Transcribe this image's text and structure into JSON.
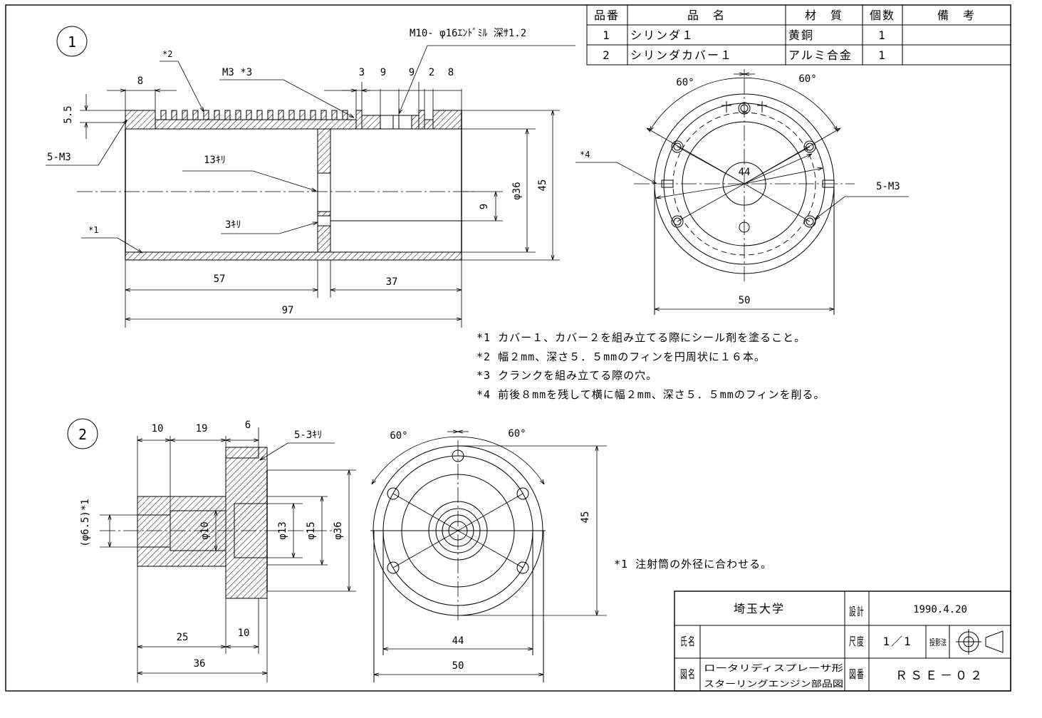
{
  "parts_list": {
    "headers": [
      "品番",
      "品　名",
      "材　質",
      "個数",
      "備　考"
    ],
    "rows": [
      [
        "1",
        "シリンダ１",
        "黄銅",
        "1",
        ""
      ],
      [
        "2",
        "シリンダカバー１",
        "アルミ合金",
        "1",
        ""
      ]
    ]
  },
  "view1": {
    "number": "1",
    "callouts": {
      "spotface": "M10- φ16ｴﾝﾄﾞﾐﾙ 深ｻ1.2",
      "note_ref2": "*2",
      "tap_ref": "M3 *3",
      "tap_holes": "5-M3",
      "drill13": "13ｷﾘ",
      "drill3": "3ｷﾘ",
      "note_ref1": "*1",
      "note_ref4": "*4",
      "tap_holes_end": "5-M3"
    },
    "dims": {
      "d8a": "8",
      "d55": "5.5",
      "d3": "3",
      "d9a": "9",
      "d9b": "9",
      "d2": "2",
      "d8b": "8",
      "d57": "57",
      "d37": "37",
      "d97": "97",
      "phi36": "φ36",
      "d45": "45",
      "d9c": "9",
      "ang_left": "60°",
      "ang_right": "60°",
      "d44": "44",
      "d50": "50"
    }
  },
  "notes": [
    "*1 カバー１、カバー２を組み立てる際にシール剤を塗ること。",
    "*2 幅２mm、深さ５．５mmのフィンを円周状に１６本。",
    "*3 クランクを組み立てる際の穴。",
    "*4 前後８mmを残して横に幅２mm、深さ５．５mmのフィンを削る。"
  ],
  "view2": {
    "number": "2",
    "callouts": {
      "drill": "5-3ｷﾘ"
    },
    "dims": {
      "d10a": "10",
      "d19": "19",
      "d6": "6",
      "phi65": "(φ6.5)*1",
      "phi10": "φ10",
      "phi13": "φ13",
      "phi15": "φ15",
      "phi36": "φ36",
      "d25": "25",
      "d10b": "10",
      "d36": "36",
      "ang_left": "60°",
      "ang_right": "60°",
      "d45": "45",
      "d44": "44",
      "d50": "50"
    },
    "note": "*1 注射筒の外径に合わせる。"
  },
  "title_block": {
    "org": "埼玉大学",
    "design_label": "設計",
    "design_date": "1990.4.20",
    "name_label": "氏名",
    "name_value": "",
    "scale_label": "尺度",
    "scale_value": "1／1",
    "projection_label": "投影法",
    "title_label": "図名",
    "title_line1": "ロータリディスプレーサ形",
    "title_line2": "スターリングエンジン部品図",
    "drawing_no_label": "図番",
    "drawing_no": "ＲＳＥ－０２"
  }
}
